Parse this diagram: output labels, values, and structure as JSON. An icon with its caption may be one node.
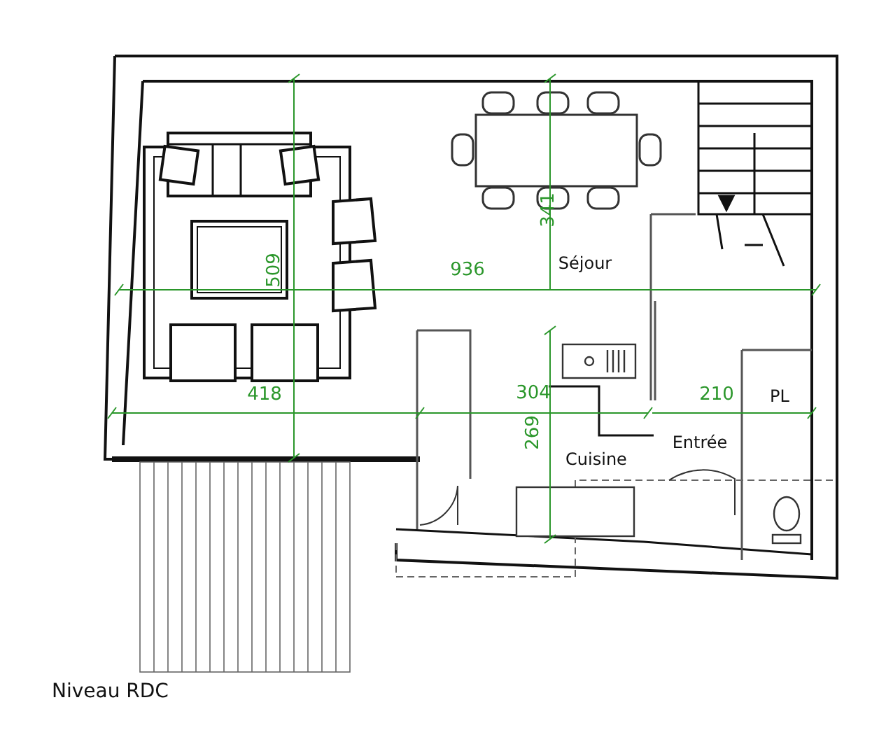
{
  "diagram": {
    "caption": "Niveau RDC",
    "labels": [
      "341",
      "Séjour",
      "509",
      "936",
      "418",
      "304",
      "210",
      "PL",
      "269",
      "Cuisine",
      "Entrée"
    ]
  }
}
